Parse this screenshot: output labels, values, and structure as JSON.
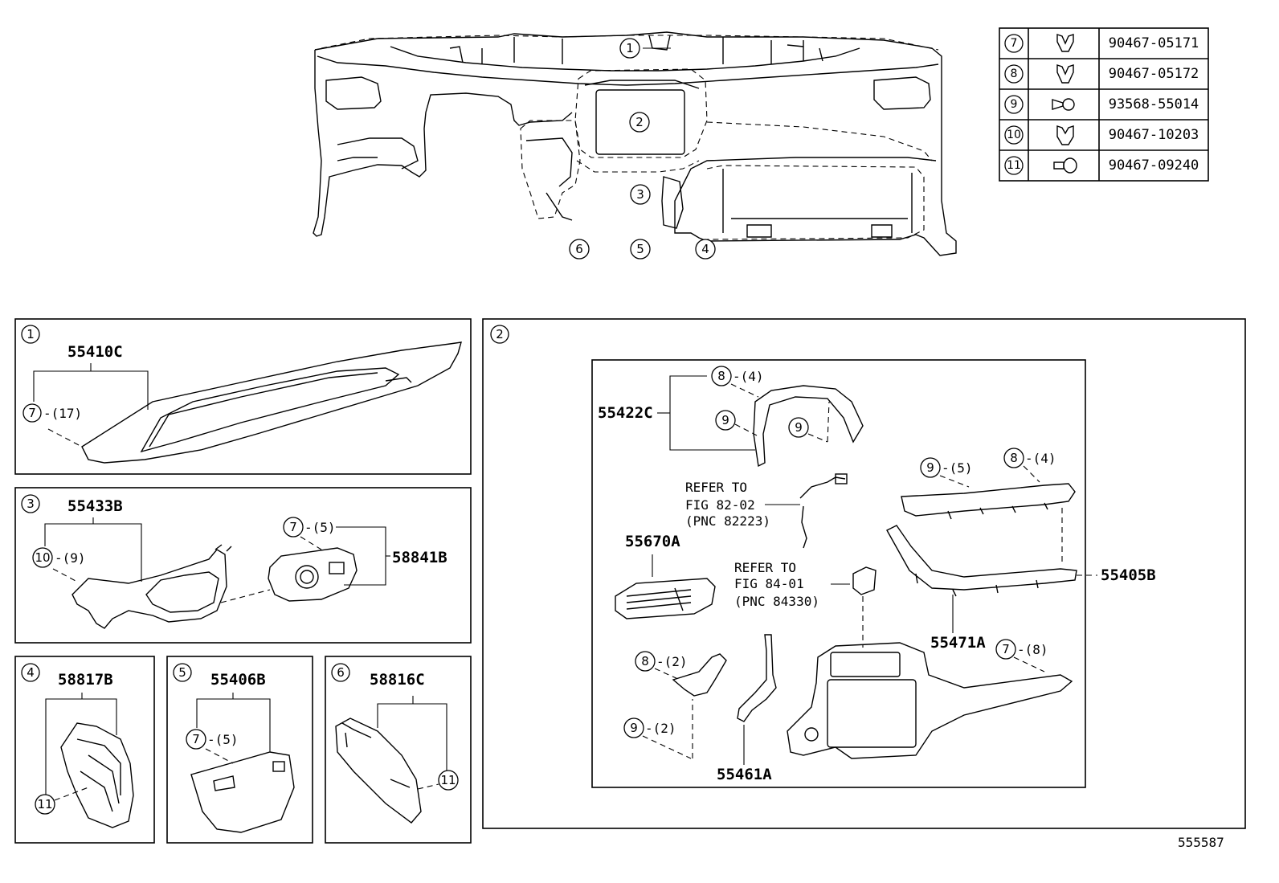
{
  "overview": {
    "callouts": [
      "1",
      "2",
      "3",
      "4",
      "5",
      "6"
    ]
  },
  "fastener_table": {
    "rows": [
      {
        "ref": "7",
        "part_no": "90467-05171",
        "icon": "clip-icon"
      },
      {
        "ref": "8",
        "part_no": "90467-05172",
        "icon": "clip-icon"
      },
      {
        "ref": "9",
        "part_no": "93568-55014",
        "icon": "screw-icon"
      },
      {
        "ref": "10",
        "part_no": "90467-10203",
        "icon": "clip-icon"
      },
      {
        "ref": "11",
        "part_no": "90467-09240",
        "icon": "pin-icon"
      }
    ]
  },
  "panels": {
    "p1": {
      "num": "1",
      "part": "55410C",
      "fastener": "7",
      "qty": "-(17)"
    },
    "p3": {
      "num": "3",
      "part_a": "55433B",
      "fastener_a": "10",
      "qty_a": "-(9)",
      "part_b": "58841B",
      "fastener_b": "7",
      "qty_b": "-(5)"
    },
    "p4": {
      "num": "4",
      "part": "58817B",
      "fastener": "11"
    },
    "p5": {
      "num": "5",
      "part": "55406B",
      "fastener": "7",
      "qty": "-(5)"
    },
    "p6": {
      "num": "6",
      "part": "58816C",
      "fastener": "11"
    },
    "p2": {
      "num": "2",
      "part_55422C": "55422C",
      "f8_top": "8",
      "f8_top_qty": "-(4)",
      "f9_a": "9",
      "f9_b": "9",
      "refer1": [
        "REFER TO",
        "FIG 82-02",
        "(PNC 82223)"
      ],
      "part_55670A": "55670A",
      "refer2": [
        "REFER TO",
        "FIG 84-01",
        "(PNC 84330)"
      ],
      "f9_c": "9",
      "f9_c_qty": "-(5)",
      "f8_c": "8",
      "f8_c_qty": "-(4)",
      "part_55405B": "55405B",
      "part_55471A": "55471A",
      "f7": "7",
      "f7_qty": "-(8)",
      "f8_d": "8",
      "f8_d_qty": "-(2)",
      "f9_d": "9",
      "f9_d_qty": "-(2)",
      "part_55461A": "55461A"
    }
  },
  "figure_id": "555587"
}
